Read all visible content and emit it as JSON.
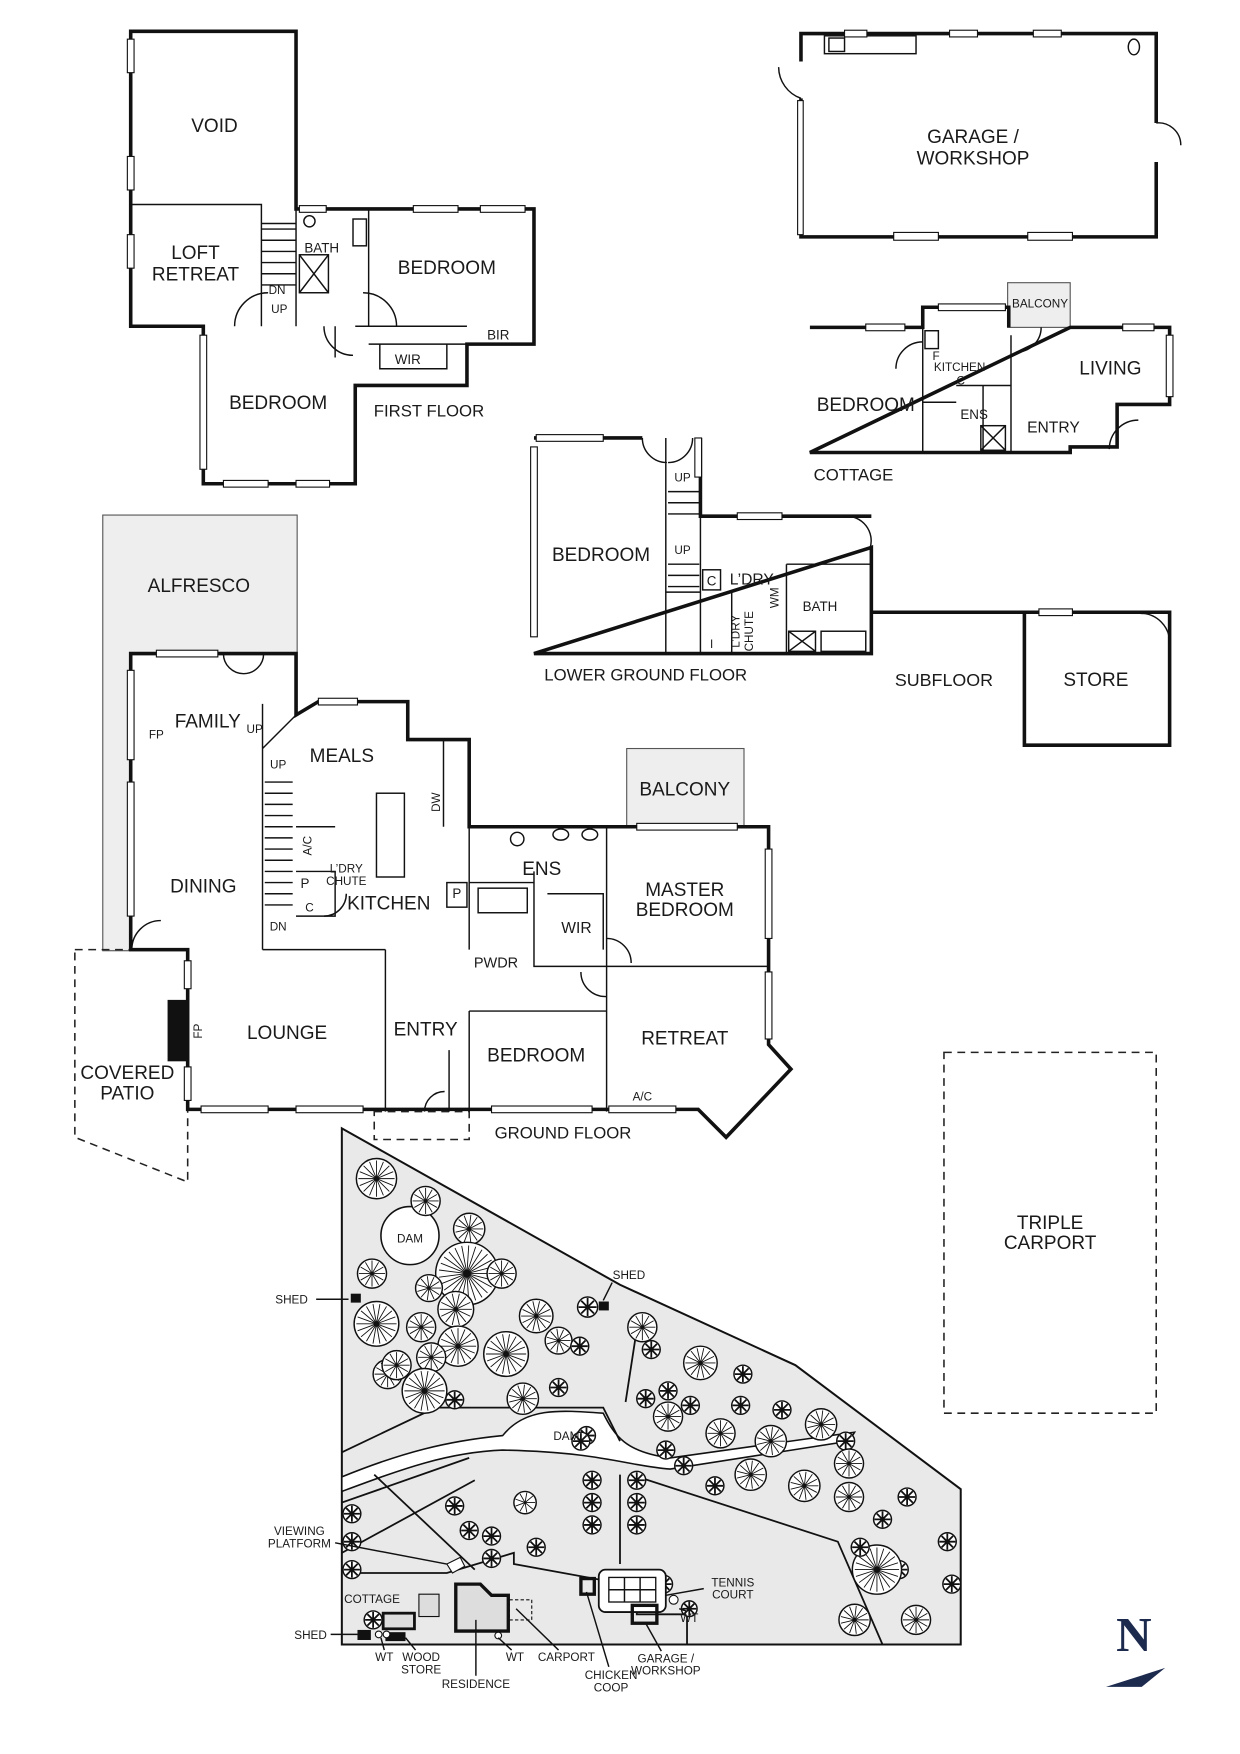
{
  "first_floor": {
    "title": "FIRST FLOOR",
    "rooms": {
      "void": "VOID",
      "loft_1": "LOFT",
      "loft_2": "RETREAT",
      "bath": "BATH",
      "bedroom_1": "BEDROOM",
      "bedroom_2": "BEDROOM",
      "wir": "WIR",
      "bir": "BIR",
      "dn": "DN",
      "up": "UP"
    }
  },
  "garage": {
    "line1": "GARAGE /",
    "line2": "WORKSHOP"
  },
  "cottage": {
    "title": "COTTAGE",
    "rooms": {
      "balcony": "BALCONY",
      "f": "F",
      "kitchen": "KITCHEN",
      "c": "C",
      "living": "LIVING",
      "bedroom": "BEDROOM",
      "ens": "ENS",
      "entry": "ENTRY"
    }
  },
  "lower_ground": {
    "title": "LOWER GROUND FLOOR",
    "rooms": {
      "up_1": "UP",
      "up_2": "UP",
      "bedroom": "BEDROOM",
      "c": "C",
      "ldry": "L’DRY",
      "wm": "WM",
      "bath": "BATH",
      "chute_1": "L’DRY",
      "chute_2": "CHUTE",
      "i": "I"
    }
  },
  "subfloor": {
    "title": "SUBFLOOR",
    "store": "STORE"
  },
  "ground_floor": {
    "title": "GROUND FLOOR",
    "rooms": {
      "alfresco": "ALFRESCO",
      "family": "FAMILY",
      "fp_1": "FP",
      "up_1": "UP",
      "up_2": "UP",
      "meals": "MEALS",
      "dw": "DW",
      "dining": "DINING",
      "ac_1": "A/C",
      "p_1": "P",
      "chute_1": "L’DRY",
      "chute_2": "CHUTE",
      "c": "C",
      "kitchen": "KITCHEN",
      "dn": "DN",
      "p_2": "P",
      "ens": "ENS",
      "wir": "WIR",
      "pwdr": "PWDR",
      "balcony": "BALCONY",
      "master_1": "MASTER",
      "master_2": "BEDROOM",
      "lounge": "LOUNGE",
      "fp_2": "FP",
      "entry": "ENTRY",
      "bedroom": "BEDROOM",
      "retreat": "RETREAT",
      "ac_2": "A/C",
      "patio_1": "COVERED",
      "patio_2": "PATIO"
    }
  },
  "carport": {
    "line1": "TRIPLE",
    "line2": "CARPORT"
  },
  "site_plan": {
    "dam_1": "DAM",
    "dam_2": "DAM",
    "shed_1": "SHED",
    "shed_2": "SHED",
    "shed_3": "SHED",
    "viewing_1": "VIEWING",
    "viewing_2": "PLATFORM",
    "tennis_1": "TENNIS",
    "tennis_2": "COURT",
    "cottage": "COTTAGE",
    "wt_1": "WT",
    "wt_2": "WT",
    "wt_3": "WT",
    "wood_1": "WOOD",
    "wood_2": "STORE",
    "residence": "RESIDENCE",
    "carport": "CARPORT",
    "coop_1": "CHICKEN",
    "coop_2": "COOP",
    "garage_1": "GARAGE /",
    "garage_2": "WORKSHOP"
  },
  "north": {
    "label": "N",
    "color": "#1c2a4e"
  }
}
